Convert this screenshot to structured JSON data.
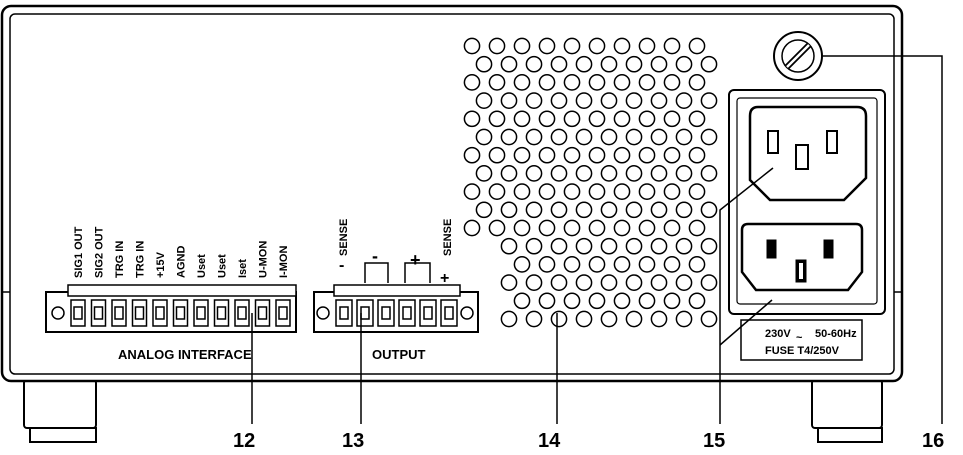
{
  "analog_interface": {
    "label": "ANALOG INTERFACE",
    "pins": [
      "SIG1 OUT",
      "SIG2 OUT",
      "TRG IN",
      "TRG IN",
      "+15V",
      "AGND",
      "Uset",
      "Uset",
      "Iset",
      "U-MON",
      "I-MON"
    ]
  },
  "output": {
    "label": "OUTPUT",
    "sense_left": "SENSE",
    "sense_right": "SENSE",
    "minus_sign": "-",
    "plus_sign": "+",
    "terminal_minus": "-",
    "terminal_plus": "+"
  },
  "power": {
    "voltage": "230V",
    "ac_symbol": "~",
    "frequency": "50-60Hz",
    "fuse": "FUSE T4/250V"
  },
  "callouts": [
    "12",
    "13",
    "14",
    "15",
    "16"
  ]
}
